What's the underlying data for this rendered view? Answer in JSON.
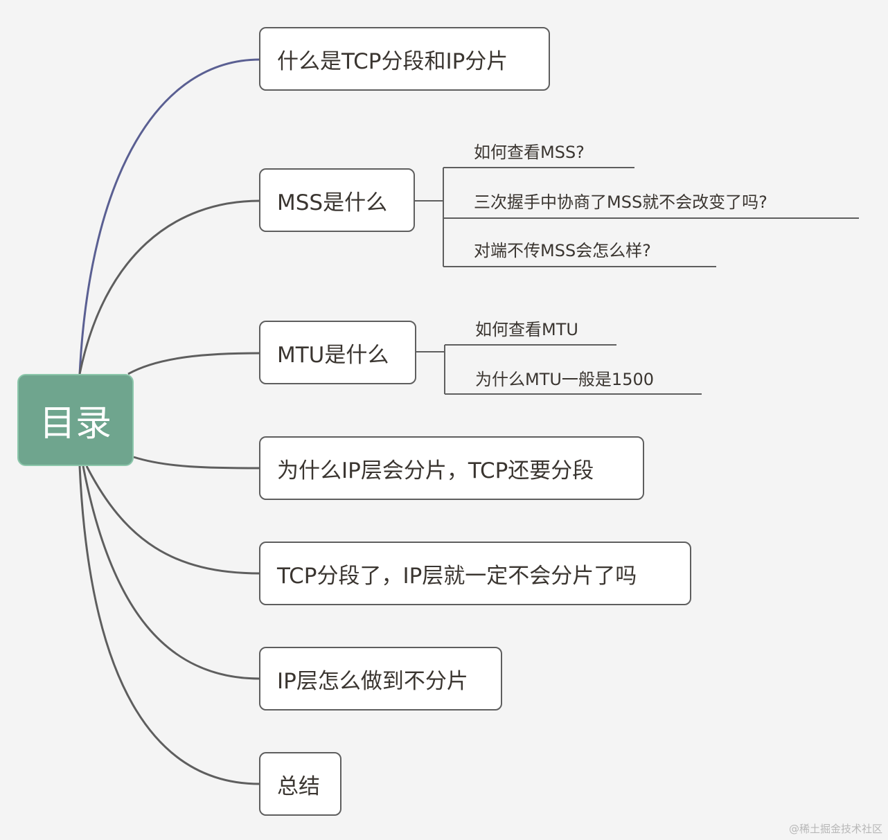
{
  "root": {
    "label": "目录"
  },
  "topics": [
    {
      "label": "什么是TCP分段和IP分片",
      "subtopics": []
    },
    {
      "label": "MSS是什么",
      "subtopics": [
        "如何查看MSS?",
        "三次握手中协商了MSS就不会改变了吗?",
        "对端不传MSS会怎么样?"
      ]
    },
    {
      "label": "MTU是什么",
      "subtopics": [
        "如何查看MTU",
        "为什么MTU一般是1500"
      ]
    },
    {
      "label": "为什么IP层会分片，TCP还要分段",
      "subtopics": []
    },
    {
      "label": "TCP分段了，IP层就一定不会分片了吗",
      "subtopics": []
    },
    {
      "label": "IP层怎么做到不分片",
      "subtopics": []
    },
    {
      "label": "总结",
      "subtopics": []
    }
  ],
  "watermark": "@稀土掘金技术社区",
  "colors": {
    "root_fill": "#6fa58e",
    "first_branch": "#5a5f92",
    "branch": "#5e5e5e",
    "background": "#f4f4f4"
  }
}
